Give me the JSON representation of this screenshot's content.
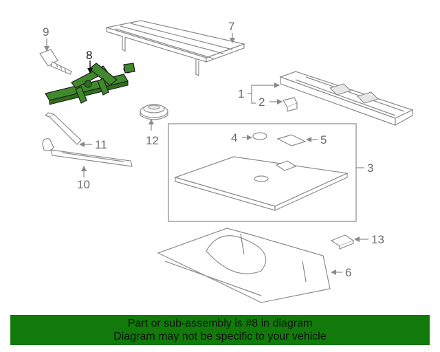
{
  "callouts": [
    "1",
    "2",
    "3",
    "4",
    "5",
    "6",
    "7",
    "8",
    "9",
    "10",
    "11",
    "12",
    "13"
  ],
  "highlighted_part": "8",
  "banner": {
    "line1": "Part or sub-assembly is #8 in diagram",
    "line2": "Diagram may not be specific to your vehicle"
  },
  "colors": {
    "highlight_part": "#3f8a2a",
    "banner": "#117a0b",
    "lines": "#8a8a8a"
  }
}
